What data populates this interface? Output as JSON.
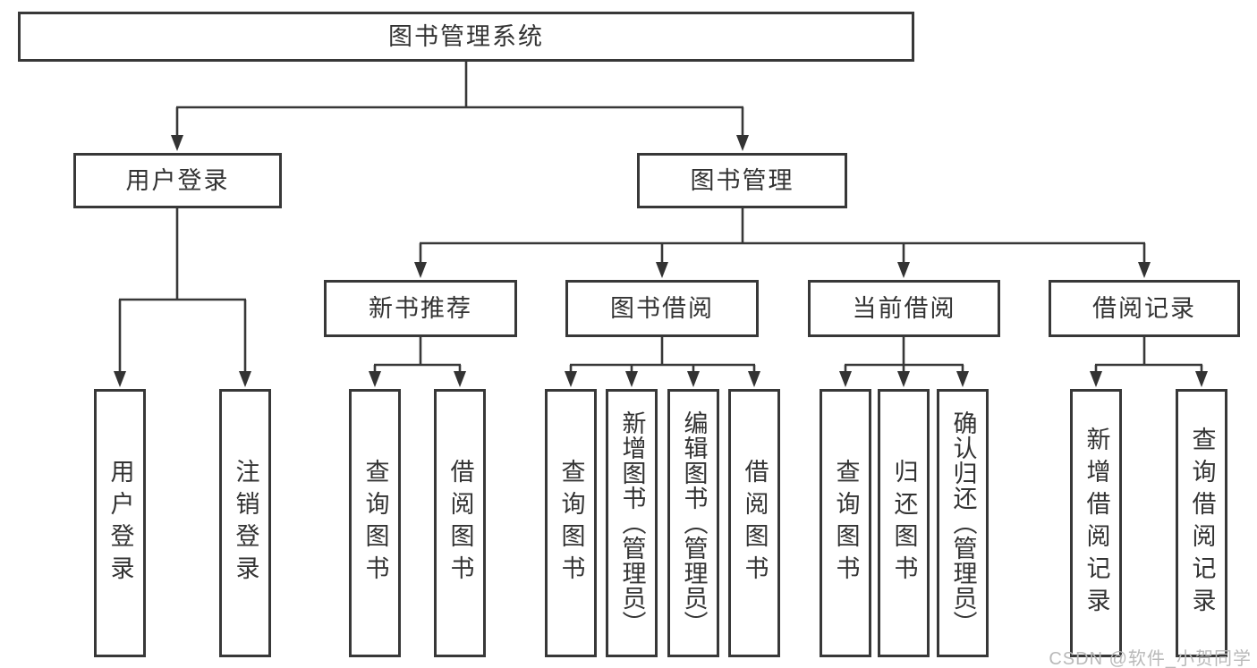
{
  "diagram": {
    "type": "hierarchy-tree",
    "title": "图书管理系统"
  },
  "nodes": {
    "root": {
      "label": "图书管理系统"
    },
    "level2": [
      {
        "label": "用户登录",
        "parent": "图书管理系统"
      },
      {
        "label": "图书管理",
        "parent": "图书管理系统"
      }
    ],
    "level3": [
      {
        "label": "新书推荐",
        "parent": "图书管理"
      },
      {
        "label": "图书借阅",
        "parent": "图书管理"
      },
      {
        "label": "当前借阅",
        "parent": "图书管理"
      },
      {
        "label": "借阅记录",
        "parent": "图书管理"
      }
    ],
    "leaves": [
      {
        "label": "用户登录",
        "parent": "用户登录"
      },
      {
        "label": "注销登录",
        "parent": "用户登录"
      },
      {
        "label": "查询图书",
        "parent": "新书推荐"
      },
      {
        "label": "借阅图书",
        "parent": "新书推荐"
      },
      {
        "label": "查询图书",
        "parent": "图书借阅"
      },
      {
        "label": "新增图书（管理员）",
        "parent": "图书借阅"
      },
      {
        "label": "编辑图书（管理员）",
        "parent": "图书借阅"
      },
      {
        "label": "借阅图书",
        "parent": "图书借阅"
      },
      {
        "label": "查询图书",
        "parent": "当前借阅"
      },
      {
        "label": "归还图书",
        "parent": "当前借阅"
      },
      {
        "label": "确认归还（管理员）",
        "parent": "当前借阅"
      },
      {
        "label": "新增借阅记录",
        "parent": "借阅记录"
      },
      {
        "label": "查询借阅记录",
        "parent": "借阅记录"
      }
    ]
  },
  "watermark": {
    "text": "CSDN @软件_小贺同学"
  },
  "colors": {
    "box_border": "#383838",
    "text": "#333333",
    "connector": "#383838",
    "watermark": "#b9b9b9",
    "background": "#ffffff"
  }
}
